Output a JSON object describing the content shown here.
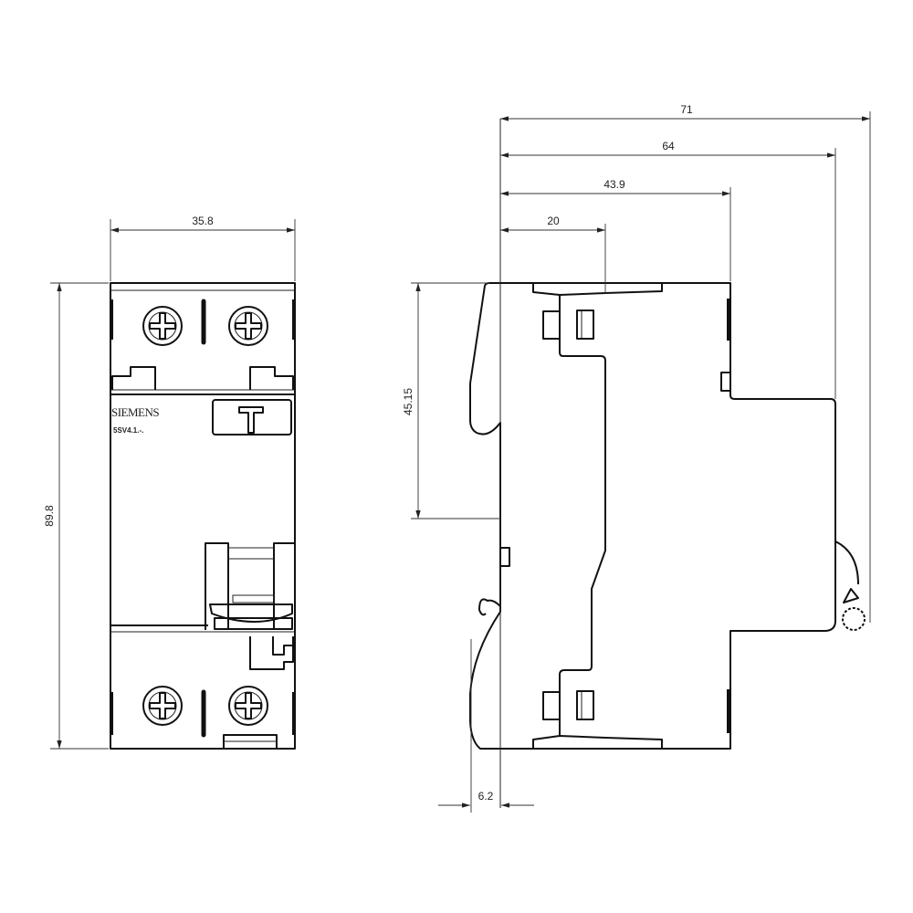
{
  "front_view": {
    "brand": "SIEMENS",
    "type_label": "5SV4.1.-.",
    "width_dim": "35.8",
    "height_dim": "89.8"
  },
  "side_view": {
    "depth_dims": [
      "71",
      "64",
      "43.9",
      "20"
    ],
    "rail_offset_dim": "45.15",
    "clip_dim": "6.2"
  }
}
